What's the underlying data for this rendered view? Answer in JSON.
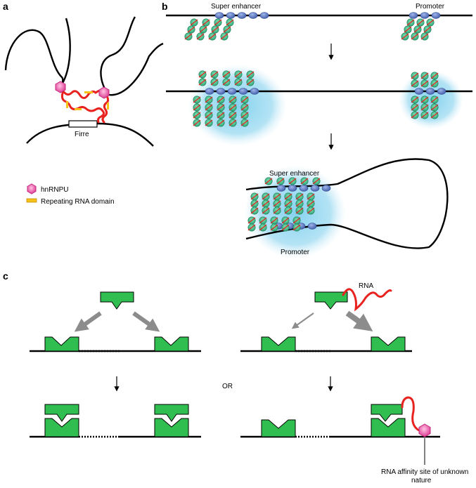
{
  "panels": {
    "a": "a",
    "b": "b",
    "c": "c"
  },
  "panel_a": {
    "locus_label": "Firre",
    "legend": [
      {
        "label": "hnRNPU",
        "icon": "hexagon-icon",
        "color": "#e95ba5"
      },
      {
        "label": "Repeating RNA domain",
        "icon": "yellow-bar-icon",
        "color": "#f6c21a"
      }
    ]
  },
  "panel_b": {
    "super_enhancer": "Super enhancer",
    "promoter": "Promoter",
    "loop_super_enhancer": "Super enhancer",
    "loop_promoter": "Promoter",
    "condensate_color": "#7fd0ee",
    "protein_color": "#5b78c6",
    "tf_color": "#3fba8a"
  },
  "panel_c": {
    "rna_label": "RNA",
    "or_label": "OR",
    "site_label_line1": "RNA affinity site of unknown",
    "site_label_line2": "nature",
    "block_color": "#2fbe4f",
    "rna_color": "#e8231f"
  }
}
